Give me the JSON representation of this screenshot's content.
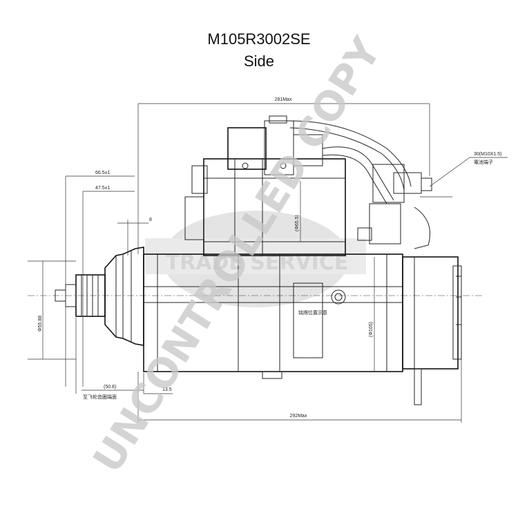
{
  "header": {
    "title": "M105R3002SE",
    "subtitle": "Side"
  },
  "dimensions": {
    "overall_top": "281Max",
    "overall_bottom": "292Max",
    "height_66": "66.5±1",
    "height_47": "47.5±1",
    "offset_8": "8",
    "terminal": "30(M10X1.5)",
    "terminal_note": "電池端子",
    "solenoid_dia": "(Φ65.5)",
    "body_dia": "(Φ105)",
    "pinion_dia": "Φ55.88",
    "dim_50": "(50.8)",
    "dim_13": "13.5",
    "note_bottom": "至飞轮齿圈端面",
    "note_plate": "铭牌位置示意"
  },
  "watermark": {
    "main": "UNCONTROLLED COPY",
    "brand": "TRADE SERVICE"
  },
  "colors": {
    "line": "#222222",
    "watermark": "#c8c8c8"
  }
}
